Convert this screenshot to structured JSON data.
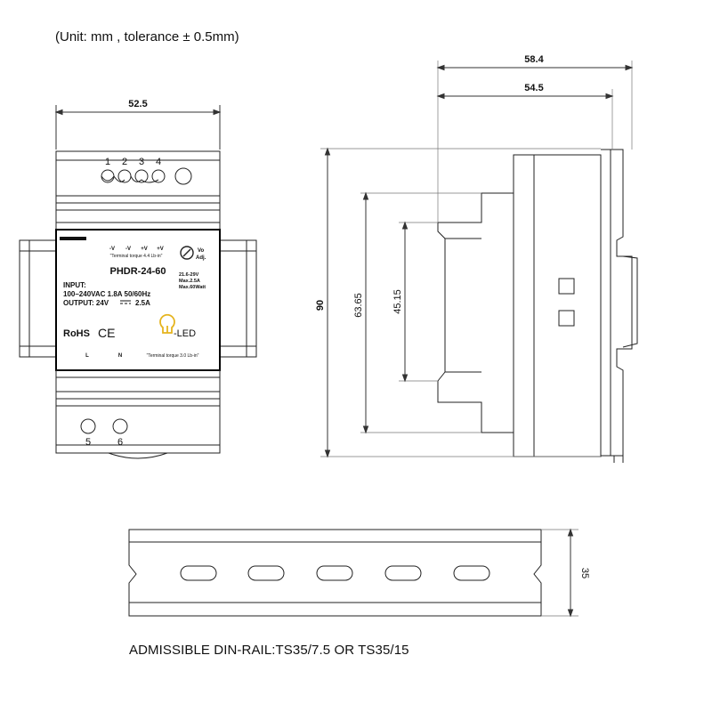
{
  "header": {
    "unit_note": "(Unit: mm , tolerance ± 0.5mm)"
  },
  "dimensions": {
    "front_width": "52.5",
    "side_overall_depth": "58.4",
    "side_body_depth": "54.5",
    "height": "90",
    "step_height": "63.65",
    "inner_height": "45.15",
    "rail_width": "35"
  },
  "label": {
    "terminals_top": [
      "1",
      "2",
      "3",
      "4"
    ],
    "polarity": [
      "-V",
      "-V",
      "+V",
      "+V"
    ],
    "torque_top": "\"Terminal torque 4.4 Lb-in\"",
    "vo_adj": [
      "Vo",
      "Adj."
    ],
    "model": "PHDR-24-60",
    "spec_lines": [
      "21.6-29V",
      "Max.2.5A",
      "Max.60Watt"
    ],
    "input_title": "INPUT:",
    "input_value": "100–240VAC 1.8A  50/60Hz",
    "output_prefix": "OUTPUT: 24V",
    "output_current": "2.5A",
    "rohs": "RoHS",
    "ce": "CE",
    "tled_brand": "-LED",
    "terminal_l": "L",
    "terminal_n": "N",
    "torque_bottom": "\"Terminal torque 3.0 Lb-in\"",
    "terminals_bottom": [
      "5",
      "6"
    ]
  },
  "footer": {
    "rail_note": "ADMISSIBLE DIN-RAIL:TS35/7.5 OR TS35/15"
  }
}
